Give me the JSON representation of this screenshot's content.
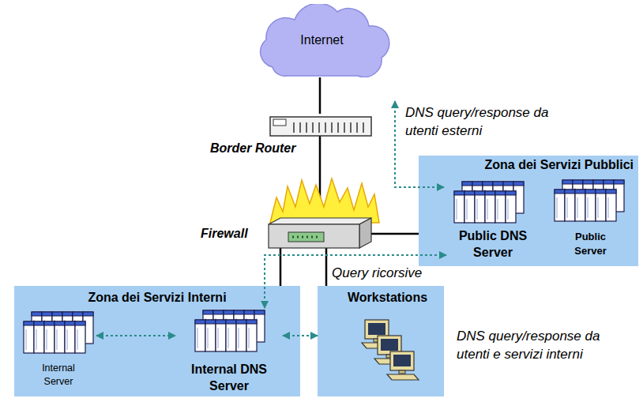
{
  "diagram": {
    "nodes": [
      {
        "text": [
          "Internet"
        ]
      },
      {
        "text": [
          "Border Router"
        ]
      },
      {
        "text": [
          "Firewall"
        ]
      },
      {
        "text": [
          "Zona dei Servizi Pubblici"
        ]
      },
      {
        "text": [
          "Public DNS Server"
        ],
        "in": 3
      },
      {
        "text": [
          "Public Server"
        ],
        "in": 3
      },
      {
        "text": [
          "Zona dei Servizi Interni"
        ]
      },
      {
        "text": [
          "Internal Server"
        ],
        "in": 6
      },
      {
        "text": [
          "Internal DNS Server"
        ],
        "in": 6
      },
      {
        "text": [
          "Workstations"
        ]
      }
    ],
    "edges": [
      {
        "from": 0,
        "to": 1,
        "arrow": "none"
      },
      {
        "from": 1,
        "to": 2,
        "arrow": "none"
      },
      {
        "from": 2,
        "to": 3,
        "arrow": "none"
      },
      {
        "from": 2,
        "to": 6,
        "arrow": "none"
      },
      {
        "from": 2,
        "to": 9,
        "arrow": "none"
      },
      {
        "from": 7,
        "to": 8,
        "arrow": "both"
      },
      {
        "from": 8,
        "to": 9,
        "arrow": "both"
      },
      {
        "from": 8,
        "to": 4,
        "label": "Query ricorsive",
        "arrow": "both"
      }
    ],
    "labels": [
      "DNS query/response da utenti esterni",
      "DNS query/response da utenti e servizi interni"
    ]
  }
}
